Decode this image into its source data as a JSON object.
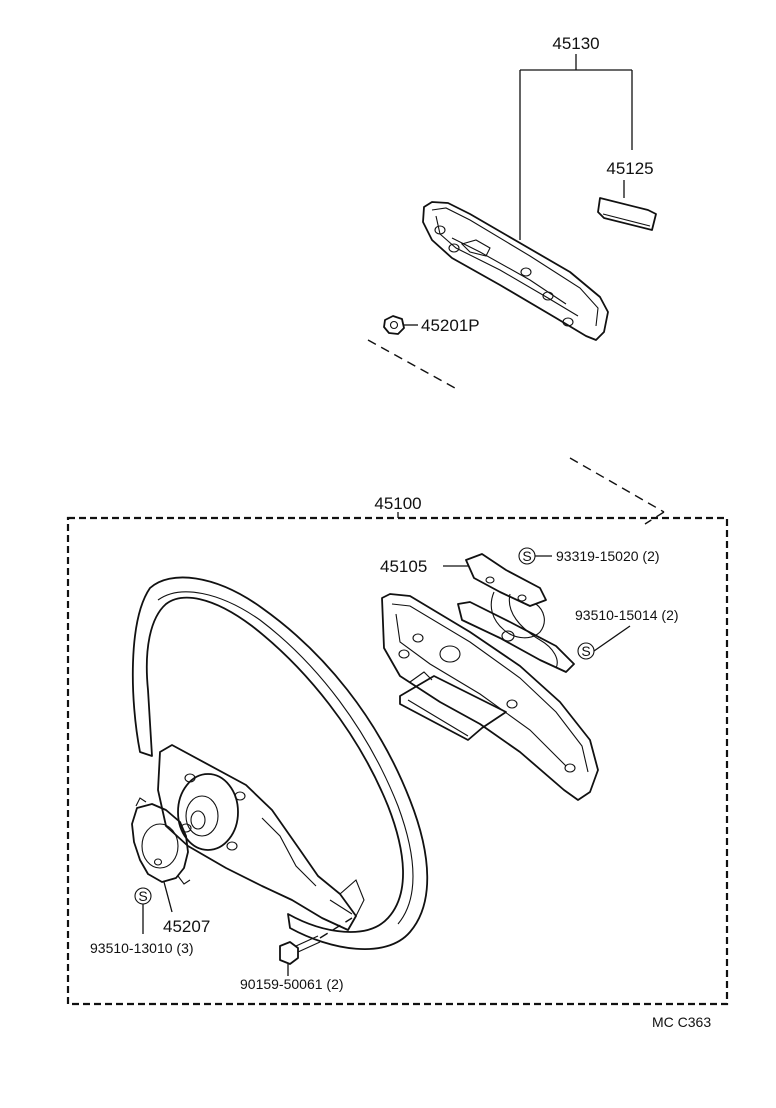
{
  "diagram": {
    "labels": {
      "horn_pad_assembly": "45130",
      "horn_pad_emblem": "45125",
      "steering_wheel_nut": "45201P",
      "steering_wheel_assembly": "45100",
      "horn_contact_plate": "45105",
      "screw_93319": "93319-15020 (2)",
      "screw_93510_15014": "93510-15014 (2)",
      "cancel_cam": "45207",
      "screw_93510_13010": "93510-13010 (3)",
      "bolt_90159": "90159-50061 (2)",
      "standard_part_symbol": "S",
      "drawing_code": "MC C363"
    }
  }
}
